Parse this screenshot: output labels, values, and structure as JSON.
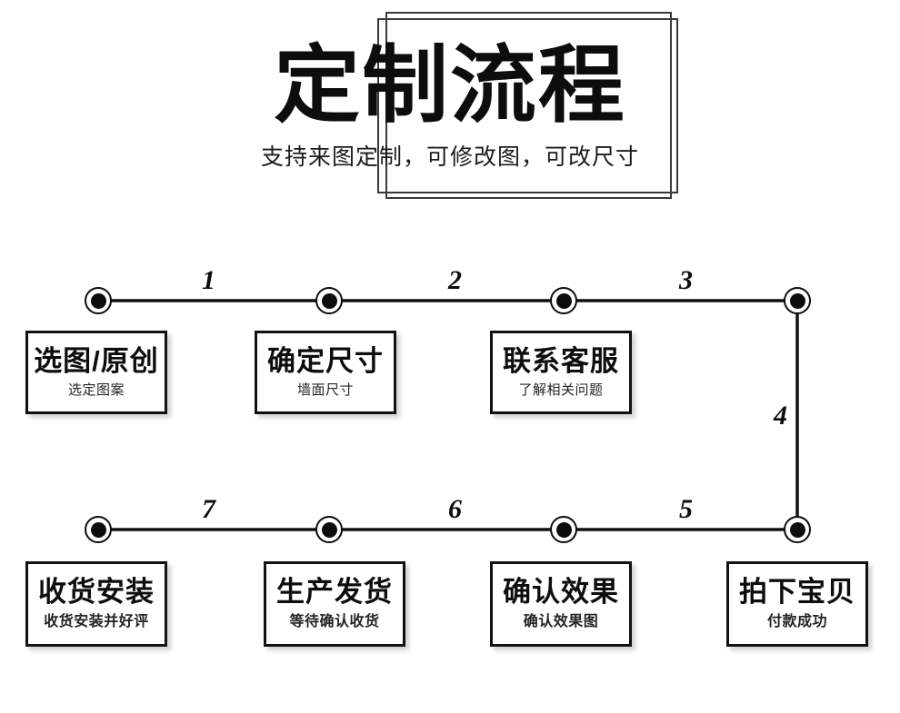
{
  "header": {
    "title": "定制流程",
    "subtitle": "支持来图定制，可修改图，可改尺寸"
  },
  "flow": {
    "segment_labels": {
      "one": "1",
      "two": "2",
      "three": "3",
      "four": "4",
      "five": "5",
      "six": "6",
      "seven": "7"
    },
    "top_row": [
      {
        "title": "选图/原创",
        "subtitle": "选定图案"
      },
      {
        "title": "确定尺寸",
        "subtitle": "墙面尺寸"
      },
      {
        "title": "联系客服",
        "subtitle": "了解相关问题"
      }
    ],
    "bottom_row": [
      {
        "title": "收货安装",
        "subtitle": "收货安装并好评"
      },
      {
        "title": "生产发货",
        "subtitle": "等待确认收货"
      },
      {
        "title": "确认效果",
        "subtitle": "确认效果图"
      },
      {
        "title": "拍下宝贝",
        "subtitle": "付款成功"
      }
    ]
  },
  "colors": {
    "ink": "#0d0d0d",
    "line": "#111111",
    "deco_border": "#3a3a3a",
    "background": "#ffffff"
  }
}
